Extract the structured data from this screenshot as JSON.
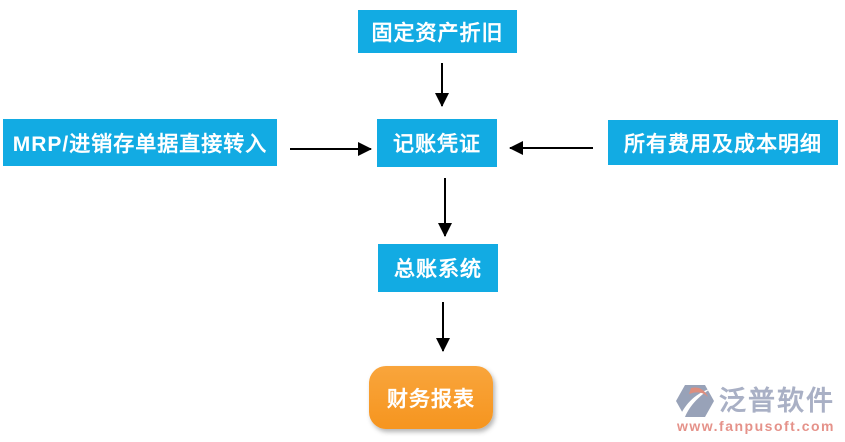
{
  "diagram": {
    "type": "flowchart",
    "nodes": {
      "fixed_asset": {
        "label": "固定资产折旧",
        "shape": "rectangle",
        "color": "#12ABE3"
      },
      "mrp": {
        "label": "MRP/进销存单据直接转入",
        "shape": "rectangle",
        "color": "#12ABE3"
      },
      "voucher": {
        "label": "记账凭证",
        "shape": "rectangle",
        "color": "#12ABE3"
      },
      "expenses": {
        "label": "所有费用及成本明细",
        "shape": "rectangle",
        "color": "#12ABE3"
      },
      "ledger": {
        "label": "总账系统",
        "shape": "rectangle",
        "color": "#12ABE3"
      },
      "report": {
        "label": "财务报表",
        "shape": "rounded-rectangle",
        "color": "#F6951F"
      }
    },
    "edges": [
      {
        "from": "fixed_asset",
        "to": "voucher",
        "direction": "down"
      },
      {
        "from": "mrp",
        "to": "voucher",
        "direction": "right"
      },
      {
        "from": "expenses",
        "to": "voucher",
        "direction": "left"
      },
      {
        "from": "voucher",
        "to": "ledger",
        "direction": "down"
      },
      {
        "from": "ledger",
        "to": "report",
        "direction": "down"
      }
    ],
    "arrow_color": "#000000"
  },
  "watermark": {
    "brand": "泛普软件",
    "url": "www.fanpusoft.com",
    "brand_color": "#A9B0C5",
    "url_color": "#E5928A"
  }
}
